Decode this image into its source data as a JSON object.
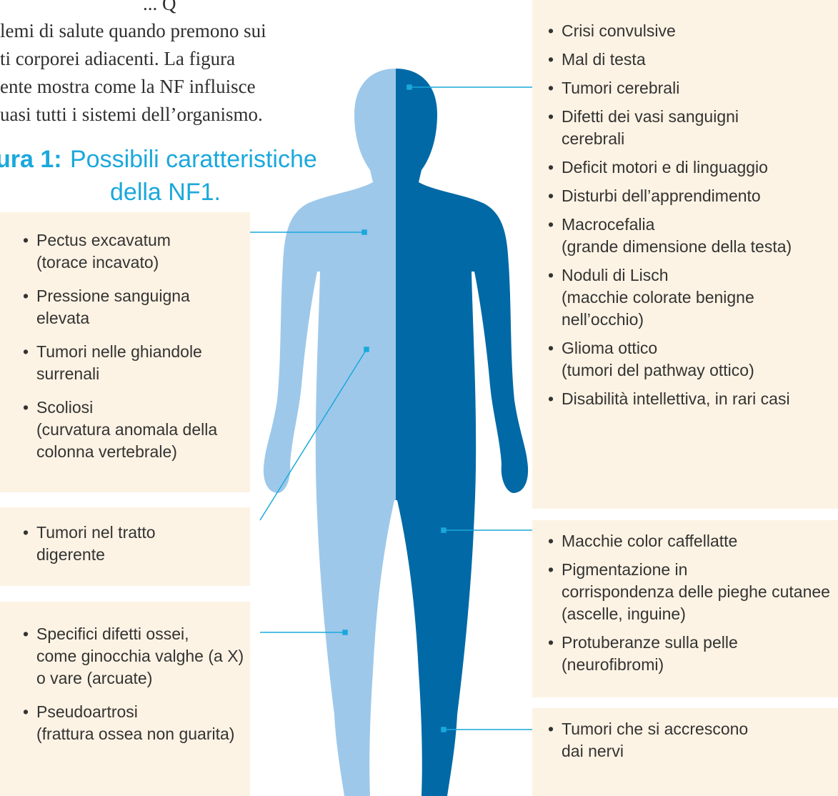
{
  "intro_lines": [
    "... Q",
    "lemi di salute quando premono sui",
    "ti corporei adiacenti.  La figura",
    "ente mostra come la NF influisce",
    "uasi tutti i sistemi dell’organismo."
  ],
  "caption": {
    "label": "ura 1:",
    "title_line1": "Possibili caratteristiche",
    "title_line2": "della NF1."
  },
  "left_boxes": {
    "chest": [
      {
        "text": "Pectus excavatum",
        "detail": "(torace incavato)"
      },
      {
        "text": "Pressione sanguigna",
        "detail": "elevata"
      },
      {
        "text": "Tumori nelle ghiandole",
        "detail": "surrenali"
      },
      {
        "text": "Scoliosi",
        "detail": "(curvatura anomala della colonna vertebrale)"
      }
    ],
    "digestive": [
      {
        "text": "Tumori nel tratto",
        "detail": "digerente"
      }
    ],
    "bones": [
      {
        "text": "Specifici difetti ossei,",
        "detail": "come ginocchia valghe (a X) o vare (arcuate)"
      },
      {
        "text": "Pseudoartrosi",
        "detail": "(frattura ossea non guarita)"
      }
    ]
  },
  "right_boxes": {
    "head": [
      {
        "text": "Crisi convulsive",
        "detail": ""
      },
      {
        "text": "Mal di testa",
        "detail": ""
      },
      {
        "text": "Tumori cerebrali",
        "detail": ""
      },
      {
        "text": "Difetti dei vasi sanguigni",
        "detail": "cerebrali"
      },
      {
        "text": "Deficit motori e di linguaggio",
        "detail": ""
      },
      {
        "text": "Disturbi dell’apprendimento",
        "detail": ""
      },
      {
        "text": "Macrocefalia",
        "detail": "(grande dimensione della testa)"
      },
      {
        "text": "Noduli di Lisch",
        "detail": "(macchie colorate benigne nell’occhio)"
      },
      {
        "text": "Glioma ottico",
        "detail": "(tumori del pathway ottico)"
      },
      {
        "text": "Disabilità intellettiva, in rari casi",
        "detail": ""
      }
    ],
    "skin": [
      {
        "text": "Macchie color caffellatte",
        "detail": ""
      },
      {
        "text": "Pigmentazione in",
        "detail": "corrispondenza delle pieghe cutanee (ascelle, inguine)"
      },
      {
        "text": "Protuberanze sulla pelle",
        "detail": "(neurofibromi)"
      }
    ],
    "nerves": [
      {
        "text": "Tumori che si accrescono",
        "detail": "dai nervi"
      }
    ]
  },
  "colors": {
    "body_left": "#9dc8ea",
    "body_right": "#0069a6",
    "connector": "#1aa8dc",
    "box_bg": "#fdf3e4"
  }
}
